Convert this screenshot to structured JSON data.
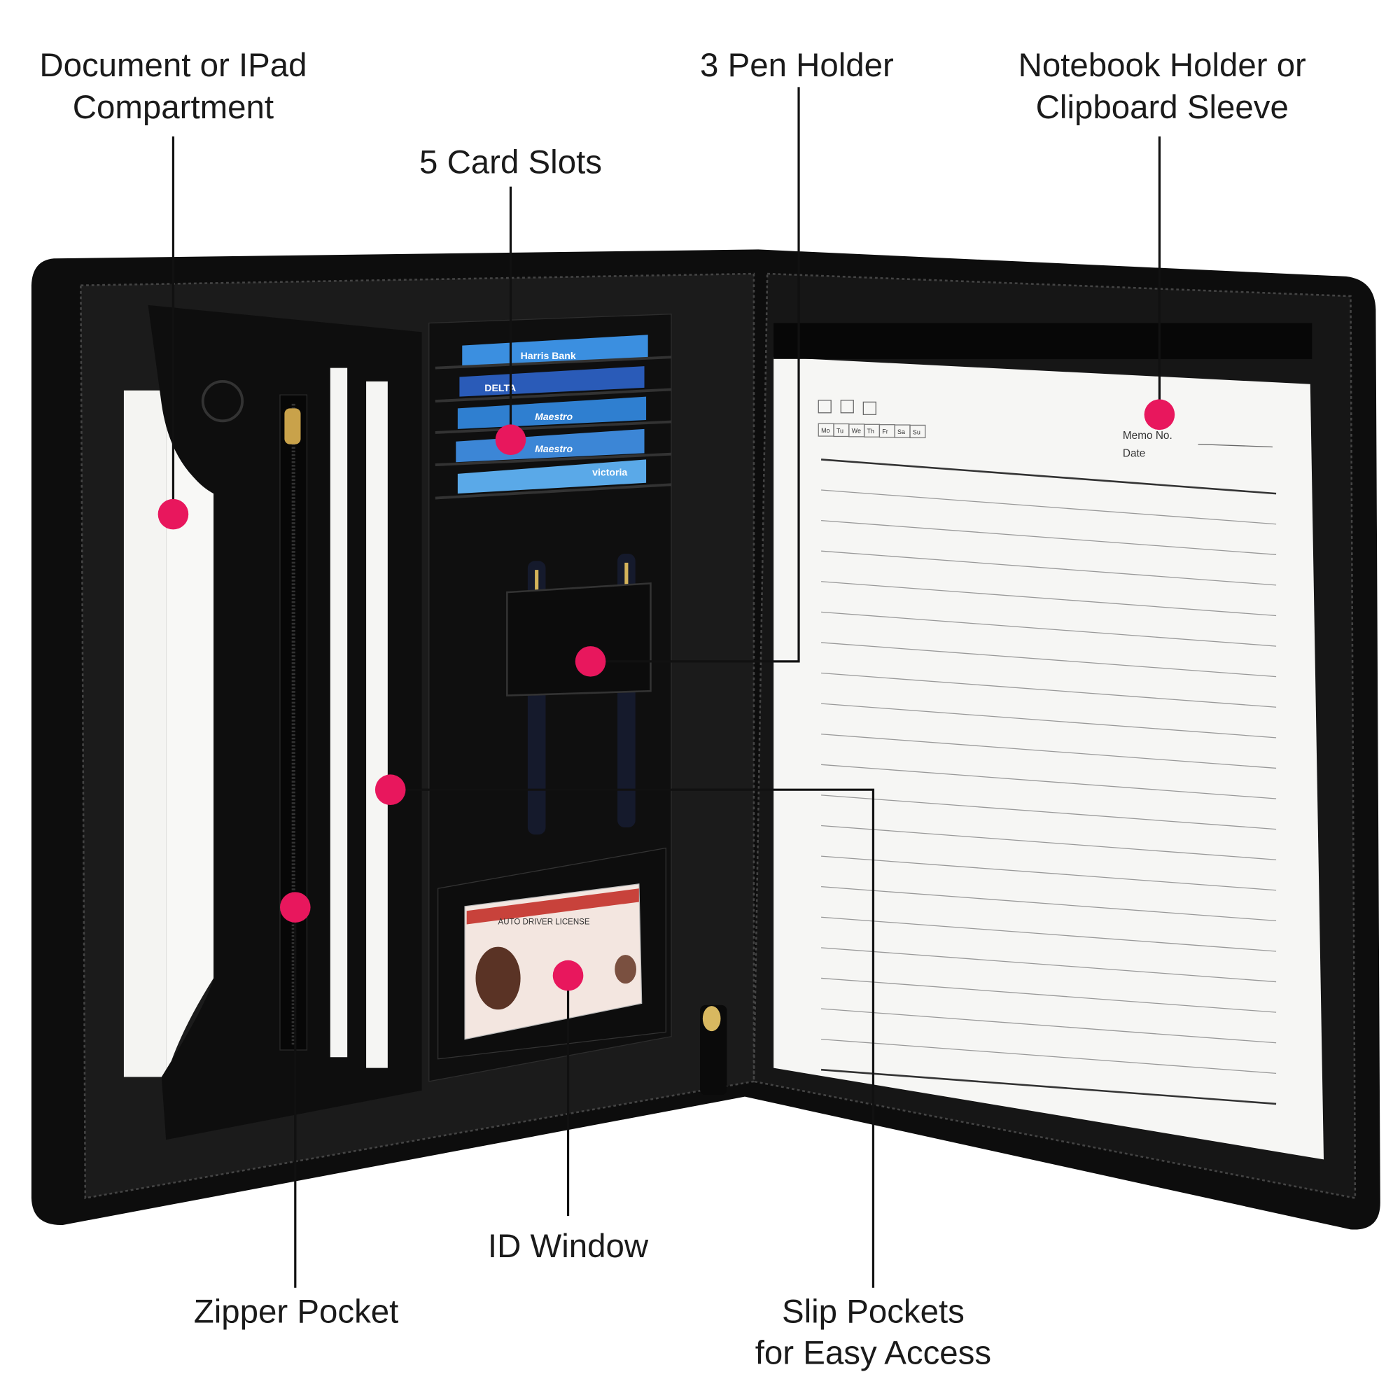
{
  "callouts": {
    "document": {
      "line1": "Document or IPad",
      "line2": "Compartment"
    },
    "pen_holder": {
      "line1": "3 Pen Holder"
    },
    "notebook": {
      "line1": "Notebook Holder or",
      "line2": "Clipboard Sleeve"
    },
    "card_slots": {
      "line1": "5 Card Slots"
    },
    "id_window": {
      "line1": "ID Window"
    },
    "zipper_pocket": {
      "line1": "Zipper Pocket"
    },
    "slip_pockets": {
      "line1": "Slip Pockets",
      "line2": "for Easy Access"
    }
  },
  "notepad": {
    "memo_label": "Memo No.",
    "date_label": "Date",
    "days": [
      "Mo",
      "Tu",
      "We",
      "Th",
      "Fr",
      "Sa",
      "Su"
    ]
  },
  "cards": [
    "Harris Bank",
    "DELTA",
    "Maestro",
    "Maestro",
    "victoria"
  ],
  "id_card": {
    "header": "AUTO DRIVER LICENSE"
  },
  "colors": {
    "marker": "#e8175d",
    "leather": "#111111",
    "paper": "#f6f6f4",
    "card_blue": "#2f7fd0"
  }
}
